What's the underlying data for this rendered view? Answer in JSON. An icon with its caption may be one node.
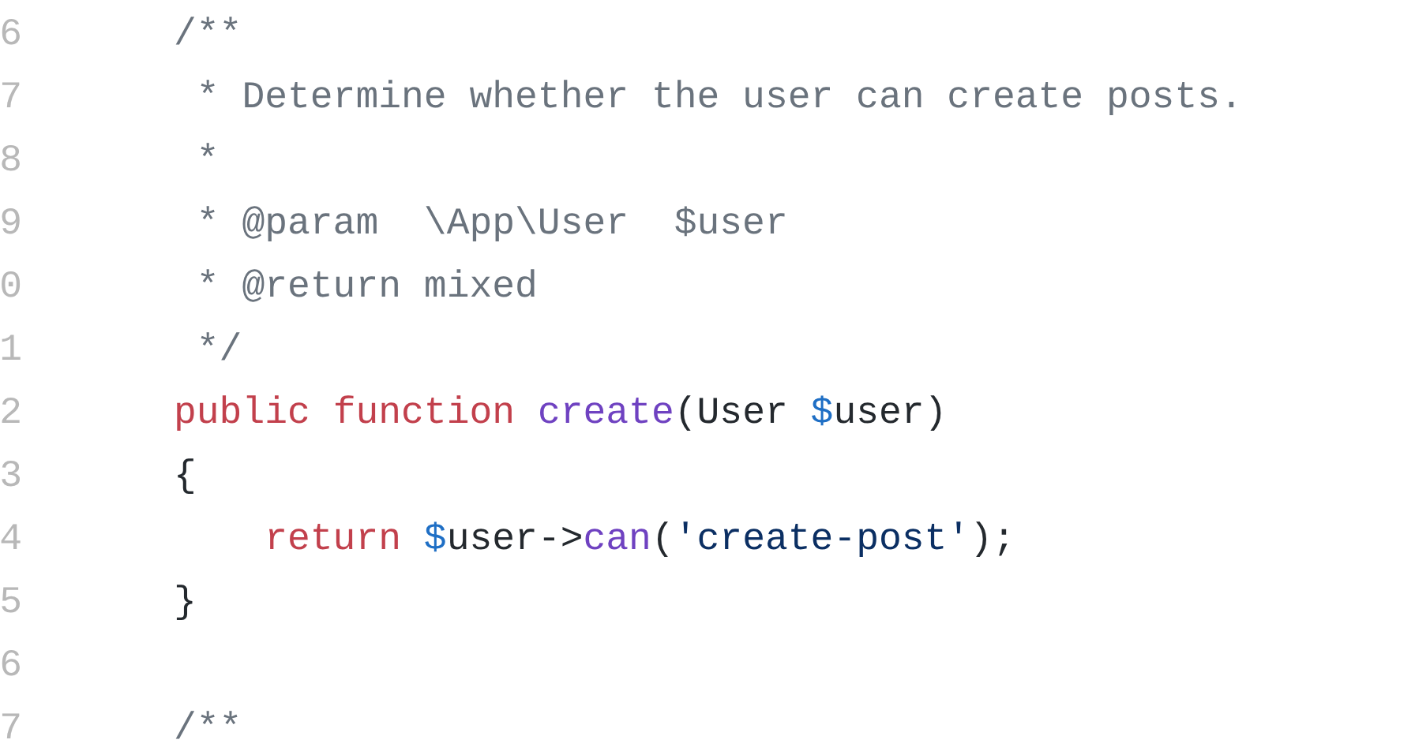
{
  "diagram": {
    "labels": [
      "6",
      "/**",
      "7",
      "* Determine whether the user can create posts.",
      "8",
      "*",
      "9",
      "* @param  \\App\\User  $user",
      "0",
      "* @return mixed",
      "1",
      "*/",
      "2",
      "public function create(User $user)",
      "3",
      "{",
      "4",
      "return $user->can('create-post');",
      "5",
      "}",
      "6",
      "7",
      "/**"
    ]
  }
}
